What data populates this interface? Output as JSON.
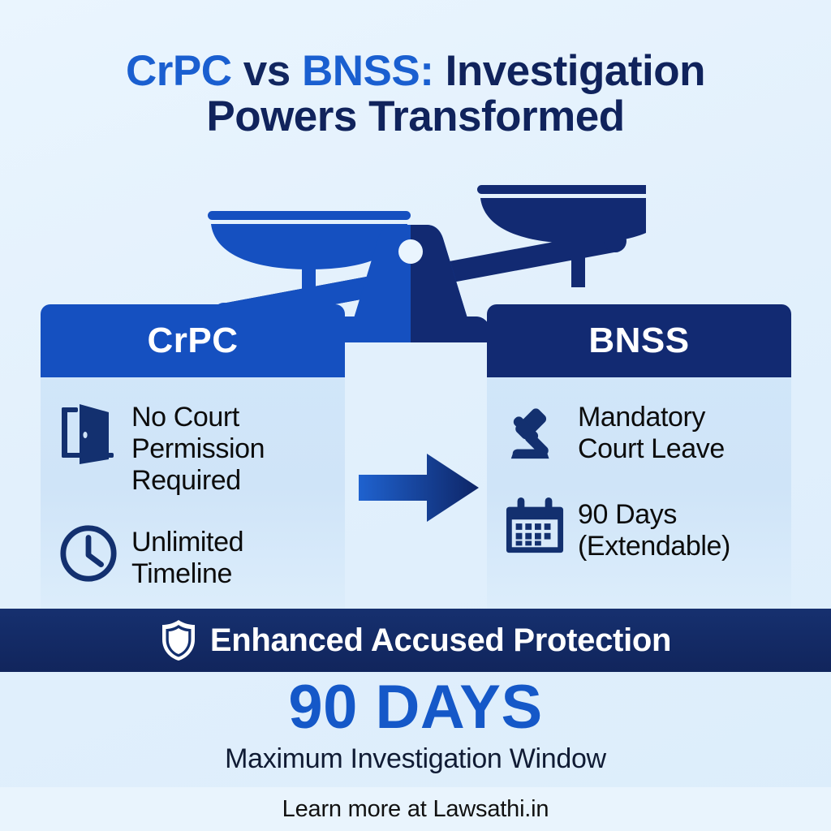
{
  "title": {
    "part_blue_1": "CrPC ",
    "part_vs": "vs ",
    "part_blue_2": "BNSS:",
    "part_navy": " Investigation",
    "line2": "Powers Transformed"
  },
  "scale": {
    "icon": "balance-scale-icon",
    "left_pan_color": "#1550c0",
    "right_pan_color": "#122a72"
  },
  "cards": {
    "left": {
      "header": "CrPC",
      "header_color": "#1550c0",
      "features": [
        {
          "icon": "open-door-icon",
          "label": "No Court Permission Required"
        },
        {
          "icon": "clock-icon",
          "label": "Unlimited Timeline"
        }
      ]
    },
    "right": {
      "header": "BNSS",
      "header_color": "#122a72",
      "features": [
        {
          "icon": "gavel-icon",
          "label": "Mandatory Court Leave"
        },
        {
          "icon": "calendar-icon",
          "label": "90 Days (Extendable)"
        }
      ]
    }
  },
  "arrow": {
    "icon": "right-arrow-icon",
    "direction": "right"
  },
  "banner": {
    "icon": "shield-icon",
    "text": "Enhanced Accused Protection",
    "background": "#11255c"
  },
  "highlight": {
    "number": "90 DAYS",
    "number_color": "#1558c8",
    "caption": "Maximum Investigation Window"
  },
  "footer": {
    "text": "Learn more at Lawsathi.in"
  }
}
